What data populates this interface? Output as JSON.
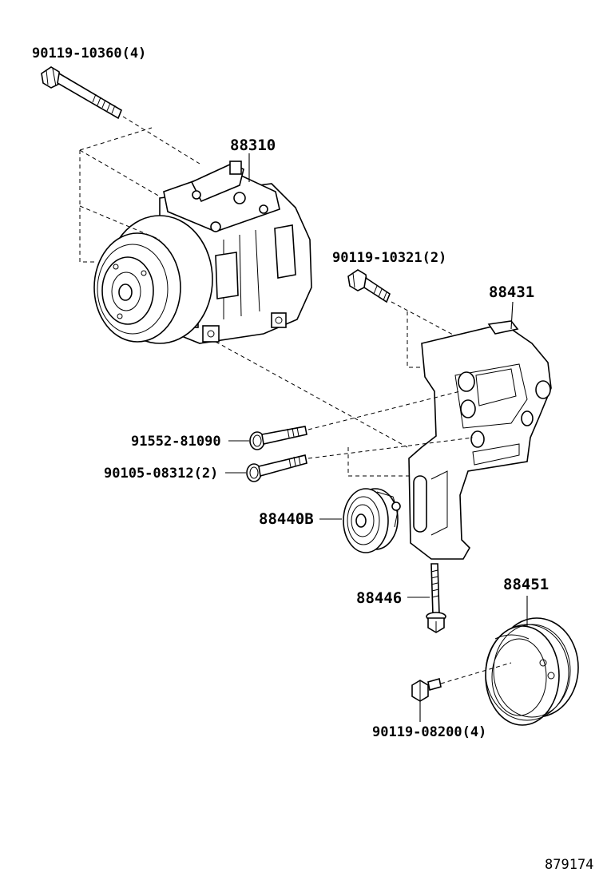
{
  "parts": [
    {
      "id": "p1",
      "label": "90119-10360(4)"
    },
    {
      "id": "p2",
      "label": "88310"
    },
    {
      "id": "p3",
      "label": "90119-10321(2)"
    },
    {
      "id": "p4",
      "label": "88431"
    },
    {
      "id": "p5",
      "label": "91552-81090"
    },
    {
      "id": "p6",
      "label": "90105-08312(2)"
    },
    {
      "id": "p7",
      "label": "88440B"
    },
    {
      "id": "p8",
      "label": "88446"
    },
    {
      "id": "p9",
      "label": "88451"
    },
    {
      "id": "p10",
      "label": "90119-08200(4)"
    }
  ],
  "diagram_id": "879174"
}
